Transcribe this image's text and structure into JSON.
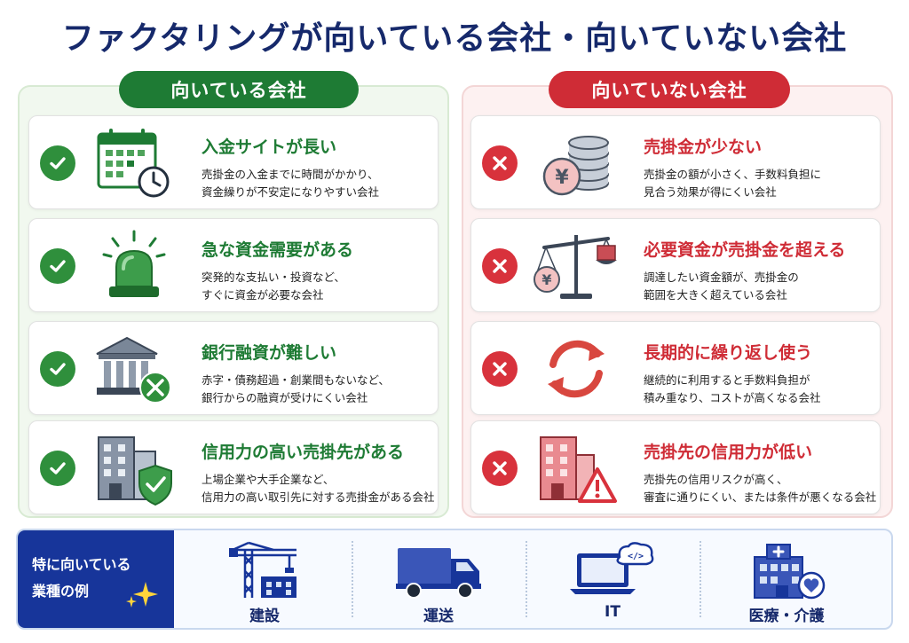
{
  "title": "ファクタリングが向いている会社・向いていない会社",
  "good": {
    "heading": "向いている会社",
    "items": [
      {
        "title": "入金サイトが長い",
        "line1": "売掛金の入金までに時間がかかり、",
        "line2": "資金繰りが不安定になりやすい会社"
      },
      {
        "title": "急な資金需要がある",
        "line1": "突発的な支払い・投資など、",
        "line2": "すぐに資金が必要な会社"
      },
      {
        "title": "銀行融資が難しい",
        "line1": "赤字・債務超過・創業間もないなど、",
        "line2": "銀行からの融資が受けにくい会社"
      },
      {
        "title": "信用力の高い売掛先がある",
        "line1": "上場企業や大手企業など、",
        "line2": "信用力の高い取引先に対する売掛金がある会社"
      }
    ]
  },
  "bad": {
    "heading": "向いていない会社",
    "items": [
      {
        "title": "売掛金が少ない",
        "line1": "売掛金の額が小さく、手数料負担に",
        "line2": "見合う効果が得にくい会社"
      },
      {
        "title": "必要資金が売掛金を超える",
        "line1": "調達したい資金額が、売掛金の",
        "line2": "範囲を大きく超えている会社"
      },
      {
        "title": "長期的に繰り返し使う",
        "line1": "継続的に利用すると手数料負担が",
        "line2": "積み重なり、コストが高くなる会社"
      },
      {
        "title": "売掛先の信用力が低い",
        "line1": "売掛先の信用リスクが高く、",
        "line2": "審査に通りにくい、または条件が悪くなる会社"
      }
    ]
  },
  "industries": {
    "label_line1": "特に向いている",
    "label_line2": "業種の例",
    "items": [
      {
        "name": "建設",
        "icon": "crane-icon"
      },
      {
        "name": "運送",
        "icon": "truck-icon"
      },
      {
        "name": "IT",
        "icon": "laptop-cloud-icon"
      },
      {
        "name": "医療・介護",
        "icon": "hospital-icon"
      }
    ]
  },
  "icons": {
    "glyph_yen": "¥",
    "glyph_code": "</>"
  },
  "colors": {
    "good": "#1e7b34",
    "bad": "#cf2c36",
    "navy": "#16296b",
    "blue": "#17359a"
  }
}
